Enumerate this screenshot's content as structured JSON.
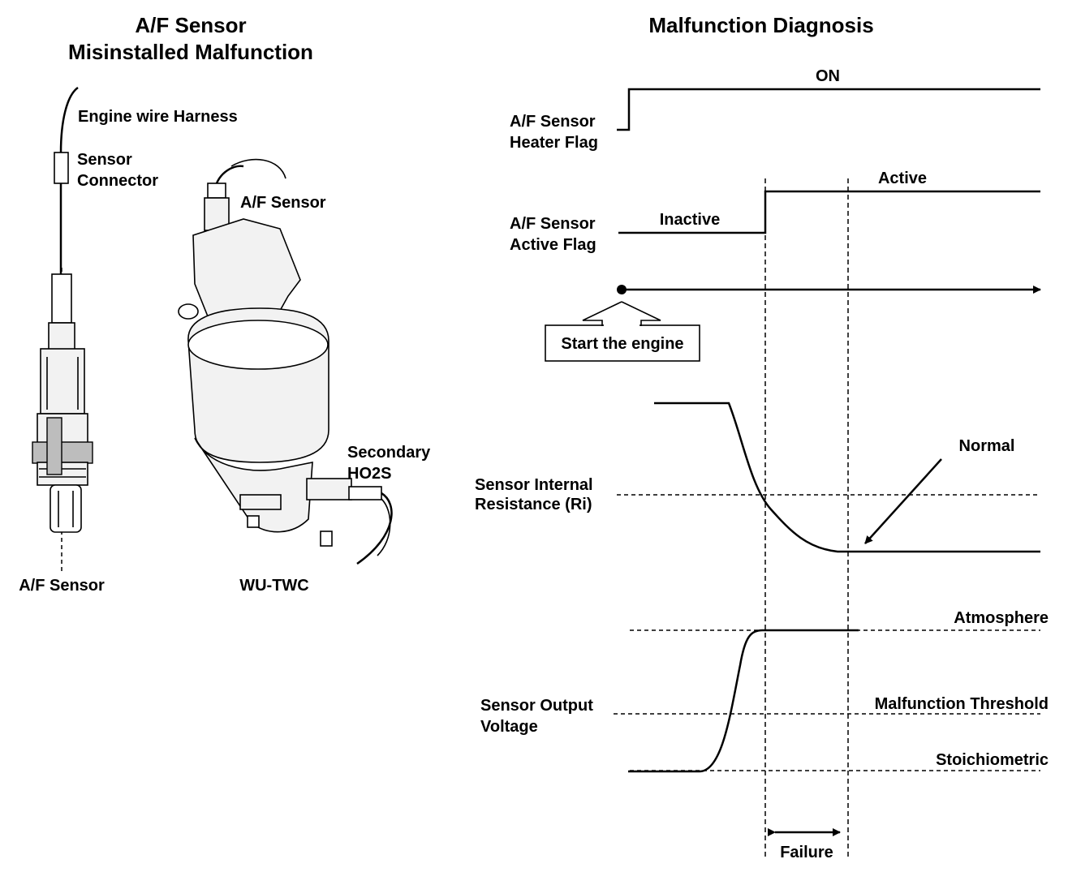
{
  "left_panel": {
    "title_line1": "A/F Sensor",
    "title_line2": "Misinstalled Malfunction",
    "labels": {
      "engine_harness": "Engine wire Harness",
      "sensor_connector_1": "Sensor",
      "sensor_connector_2": "Connector",
      "af_sensor_on_twc": "A/F Sensor",
      "secondary_1": "Secondary",
      "secondary_2": "HO2S",
      "af_sensor_caption": "A/F Sensor",
      "wutwc_caption": "WU-TWC"
    }
  },
  "right_panel": {
    "title": "Malfunction Diagnosis",
    "heater_flag": {
      "line1": "A/F Sensor",
      "line2": "Heater Flag",
      "state": "ON"
    },
    "active_flag": {
      "line1": "A/F Sensor",
      "line2": "Active Flag",
      "state_before": "Inactive",
      "state_after": "Active"
    },
    "start_box": "Start the engine",
    "resistance": {
      "line1": "Sensor Internal",
      "line2": "Resistance (Ri)",
      "normal": "Normal"
    },
    "voltage": {
      "line1": "Sensor Output",
      "line2": "Voltage",
      "atmosphere": "Atmosphere",
      "threshold": "Malfunction Threshold",
      "stoichiometric": "Stoichiometric"
    },
    "failure": "Failure"
  }
}
